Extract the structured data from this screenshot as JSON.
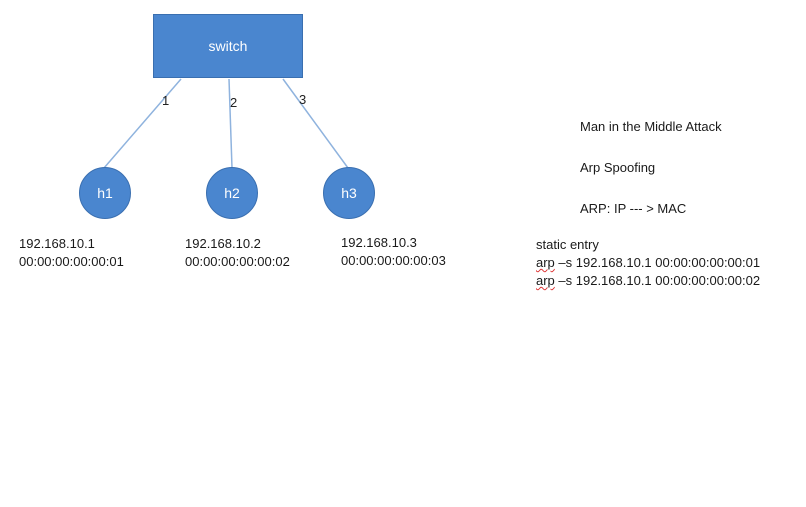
{
  "switch": {
    "label": "switch"
  },
  "ports": [
    "1",
    "2",
    "3"
  ],
  "hosts": [
    {
      "label": "h1",
      "ip": "192.168.10.1",
      "mac": "00:00:00:00:00:01"
    },
    {
      "label": "h2",
      "ip": "192.168.10.2",
      "mac": "00:00:00:00:00:02"
    },
    {
      "label": "h3",
      "ip": "192.168.10.3",
      "mac": "00:00:00:00:00:03"
    }
  ],
  "notes": {
    "title": "Man in the Middle Attack",
    "arp_spoofing": "Arp Spoofing",
    "arp_mapping": "ARP:   IP --- > MAC"
  },
  "static_entry": {
    "heading": "static entry",
    "commands": [
      {
        "cmd": "arp",
        "rest": " –s 192.168.10.1 00:00:00:00:00:01"
      },
      {
        "cmd": "arp",
        "rest": " –s 192.168.10.1 00:00:00:00:00:02"
      }
    ]
  },
  "colors": {
    "node_fill": "#4a86cf",
    "link_line": "#8fb3de"
  }
}
